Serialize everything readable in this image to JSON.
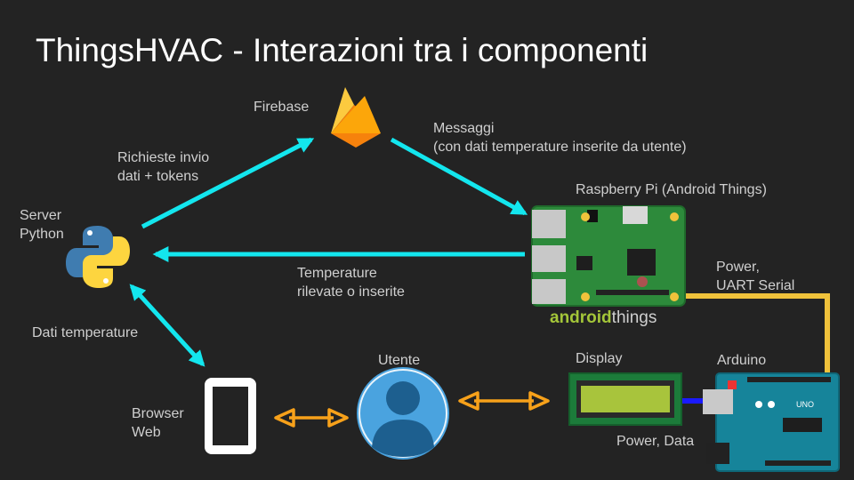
{
  "slide": {
    "title": "ThingsHVAC - Interazioni tra i componenti"
  },
  "components": {
    "firebase": "Firebase",
    "server": "Server\nPython",
    "raspberry": "Raspberry Pi (Android Things)",
    "android_things_logo": "androidthings",
    "browser": "Browser\nWeb",
    "utente": "Utente",
    "display": "Display",
    "arduino": "Arduino"
  },
  "edges": {
    "server_firebase": "Richieste invio\ndati + tokens",
    "firebase_raspberry": "Messaggi\n(con dati temperature inserite da utente)",
    "raspberry_server": "Temperature\nrilevate o inserite",
    "server_browser": "Dati temperature",
    "raspberry_arduino": "Power,\nUART Serial",
    "arduino_display": "Power, Data"
  },
  "colors": {
    "background": "#232323",
    "cyan_arrow": "#13e6ee",
    "orange_arrow": "#f7a11a",
    "yellow_wire": "#f0c23b",
    "blue_wire": "#1a1aff",
    "user_icon": "#4aa3df"
  }
}
